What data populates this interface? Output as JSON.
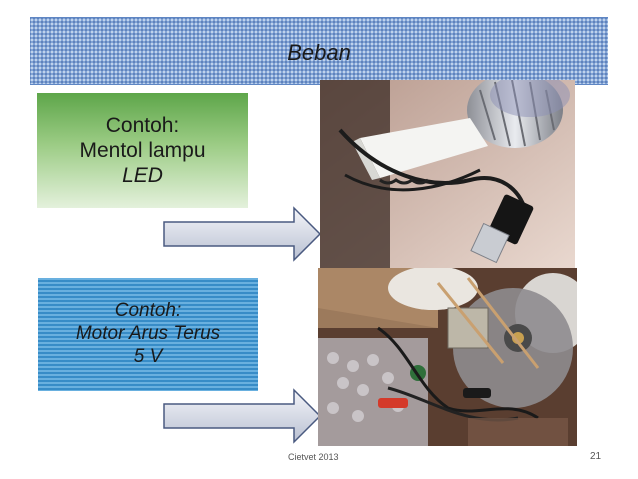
{
  "slide": {
    "title": "Beban",
    "led_box": {
      "line1": "Contoh:",
      "line2": "Mentol lampu",
      "line3": "LED"
    },
    "motor_box": {
      "line1": "Contoh:",
      "line2": "Motor Arus Terus",
      "line3": "5 V"
    },
    "footer_text": "Cietvet 2013",
    "page_number": "21"
  },
  "icons": {
    "arrow_top": "right-arrow-icon",
    "arrow_bottom": "right-arrow-icon"
  },
  "colors": {
    "title_bar": "#7fa3d6",
    "led_box_top": "#5ea64a",
    "led_box_bottom": "#e4f1dc",
    "motor_box": "#3f9ad6",
    "arrow_fill": "#d4d9e6"
  }
}
